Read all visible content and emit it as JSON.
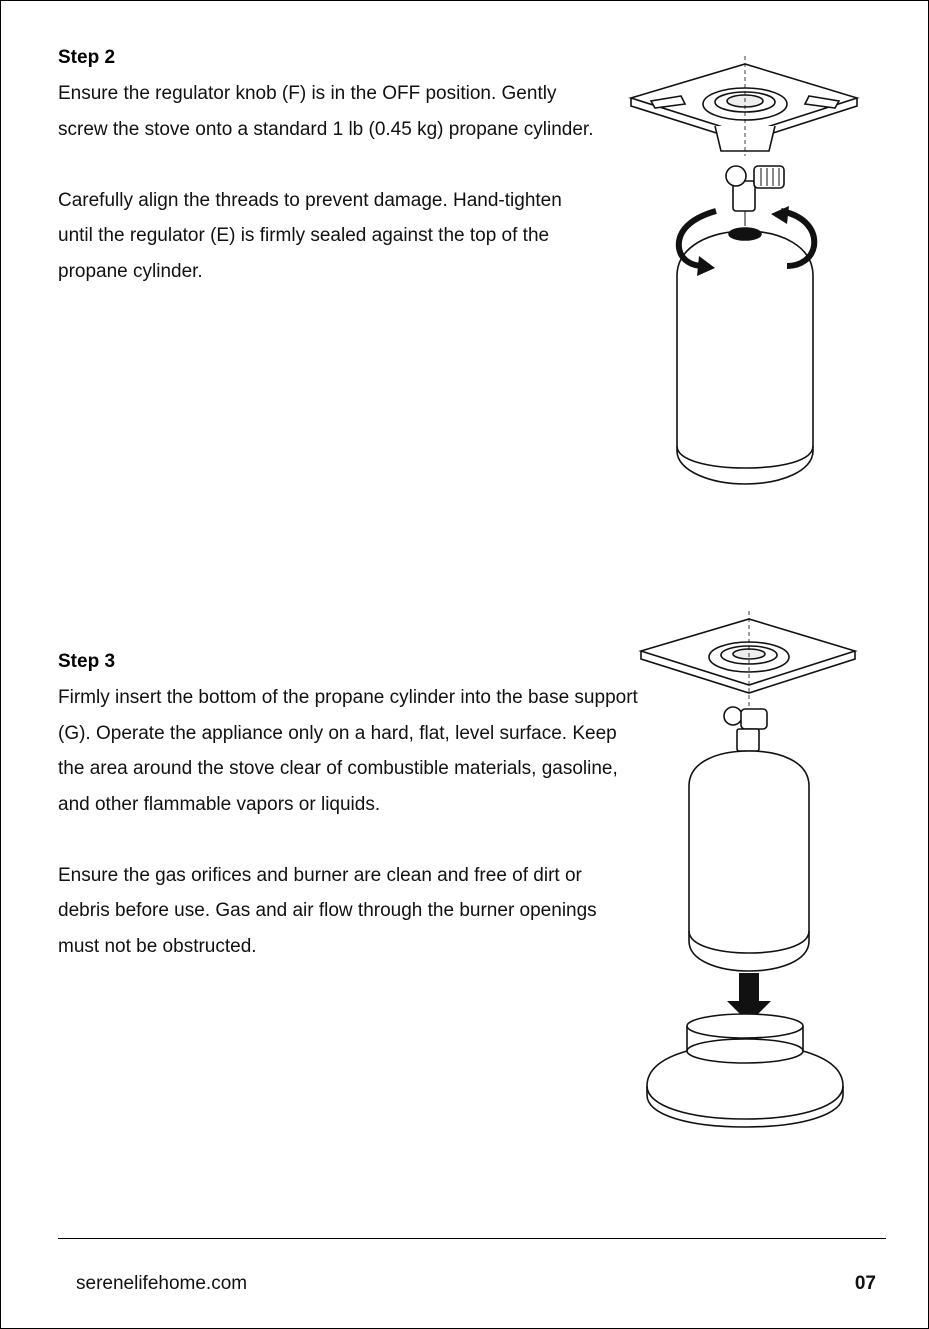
{
  "step2": {
    "title": "Step 2",
    "paragraphs": [
      "Ensure the regulator knob (F) is in the OFF position. Gently screw the stove onto a standard 1 lb (0.45 kg) propane cylinder.",
      "Carefully align the threads to prevent damage. Hand-tighten until the regulator (E) is firmly sealed against the top of the propane cylinder."
    ]
  },
  "step3": {
    "title": "Step 3",
    "paragraphs": [
      "Firmly insert the bottom of the propane cylinder into the base support (G). Operate the appliance only on a hard, flat, level surface. Keep the area around the stove clear of combustible materials, gasoline, and other flammable vapors or liquids.",
      "Ensure the gas orifices and burner are clean and free of dirt or debris before use. Gas and air flow through the burner openings must not be obstructed."
    ]
  },
  "footer": {
    "website": "serenelifehome.com",
    "page_number": "07"
  }
}
